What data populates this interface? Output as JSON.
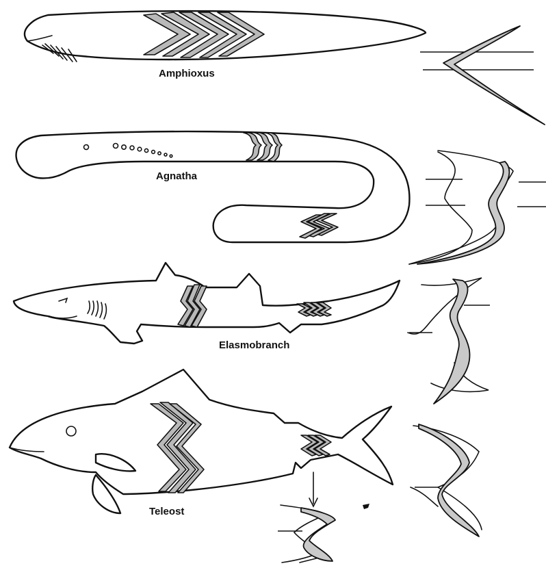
{
  "labels": {
    "amphioxus": "Amphioxus",
    "agnatha": "Agnatha",
    "elasmobranch": "Elasmobranch",
    "teleost": "Teleost"
  },
  "colors": {
    "ink": "#111111",
    "stipple": "#bdbdbd",
    "paper": "#ffffff"
  }
}
